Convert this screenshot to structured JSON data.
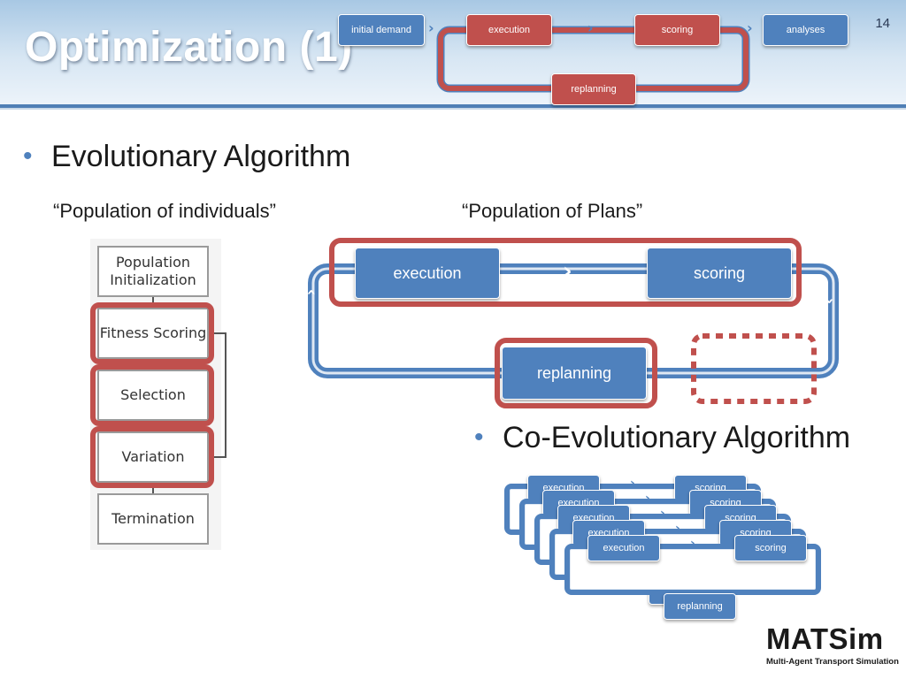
{
  "slide": {
    "title": "Optimization (1)",
    "number": "14"
  },
  "header_flow": {
    "steps": [
      "initial demand",
      "execution",
      "scoring",
      "analyses"
    ],
    "replanning": "replanning"
  },
  "bullets": {
    "evolutionary": "Evolutionary Algorithm",
    "coevolutionary": "Co-Evolutionary Algorithm"
  },
  "captions": {
    "individuals": "“Population of individuals”",
    "plans": "“Population of Plans”"
  },
  "ea_flowchart": {
    "steps": [
      "Population Initialization",
      "Fitness Scoring",
      "Selection",
      "Variation",
      "Termination"
    ]
  },
  "plan_loop": {
    "execution": "execution",
    "scoring": "scoring",
    "replanning": "replanning"
  },
  "coevo_stack": {
    "execution": "execution",
    "scoring": "scoring",
    "replanning": "replanning"
  },
  "logo": {
    "word": "MATSim",
    "tagline": "Multi-Agent Transport Simulation"
  },
  "colors": {
    "blue": "#4f81bd",
    "red": "#c0504d",
    "header_top": "#a8c8e4"
  }
}
